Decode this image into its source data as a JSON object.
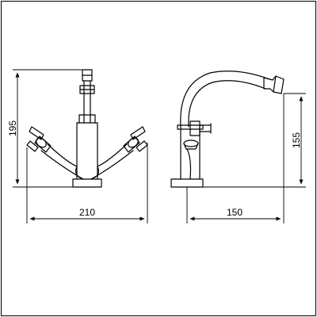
{
  "drawing": {
    "dimensions": {
      "height_left": "195",
      "width_front": "210",
      "width_side": "150",
      "height_right": "155"
    },
    "colors": {
      "line": "#000000",
      "background": "#ffffff"
    }
  }
}
